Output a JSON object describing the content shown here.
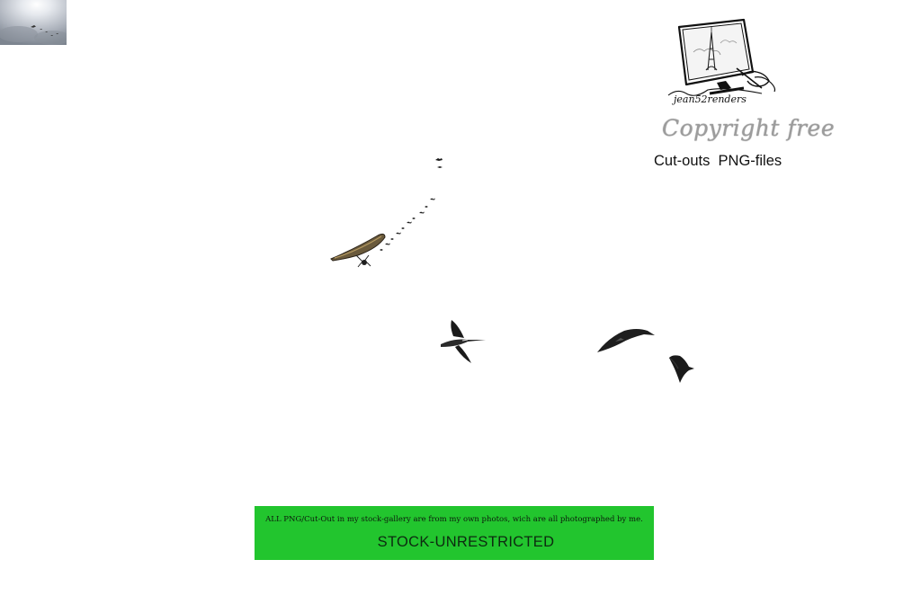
{
  "logo": {
    "signature": "jean52renders",
    "copyright_text": "Copyright free",
    "subtitle": "Cut-outs  PNG-files"
  },
  "banner": {
    "note": "ALL PNG/Cut-Out in my stock-gallery are from my own photos, wich are all photographed by me.",
    "title": "STOCK-UNRESTRICTED",
    "color": "#22c52e"
  },
  "icons": {
    "thumbnail": "sky-thumbnail-image",
    "logo": "monitor-eiffel-tower-logo",
    "hang_glider": "hang-glider-image",
    "flock": "bird-flock-image",
    "storks": "flying-stork-image"
  }
}
